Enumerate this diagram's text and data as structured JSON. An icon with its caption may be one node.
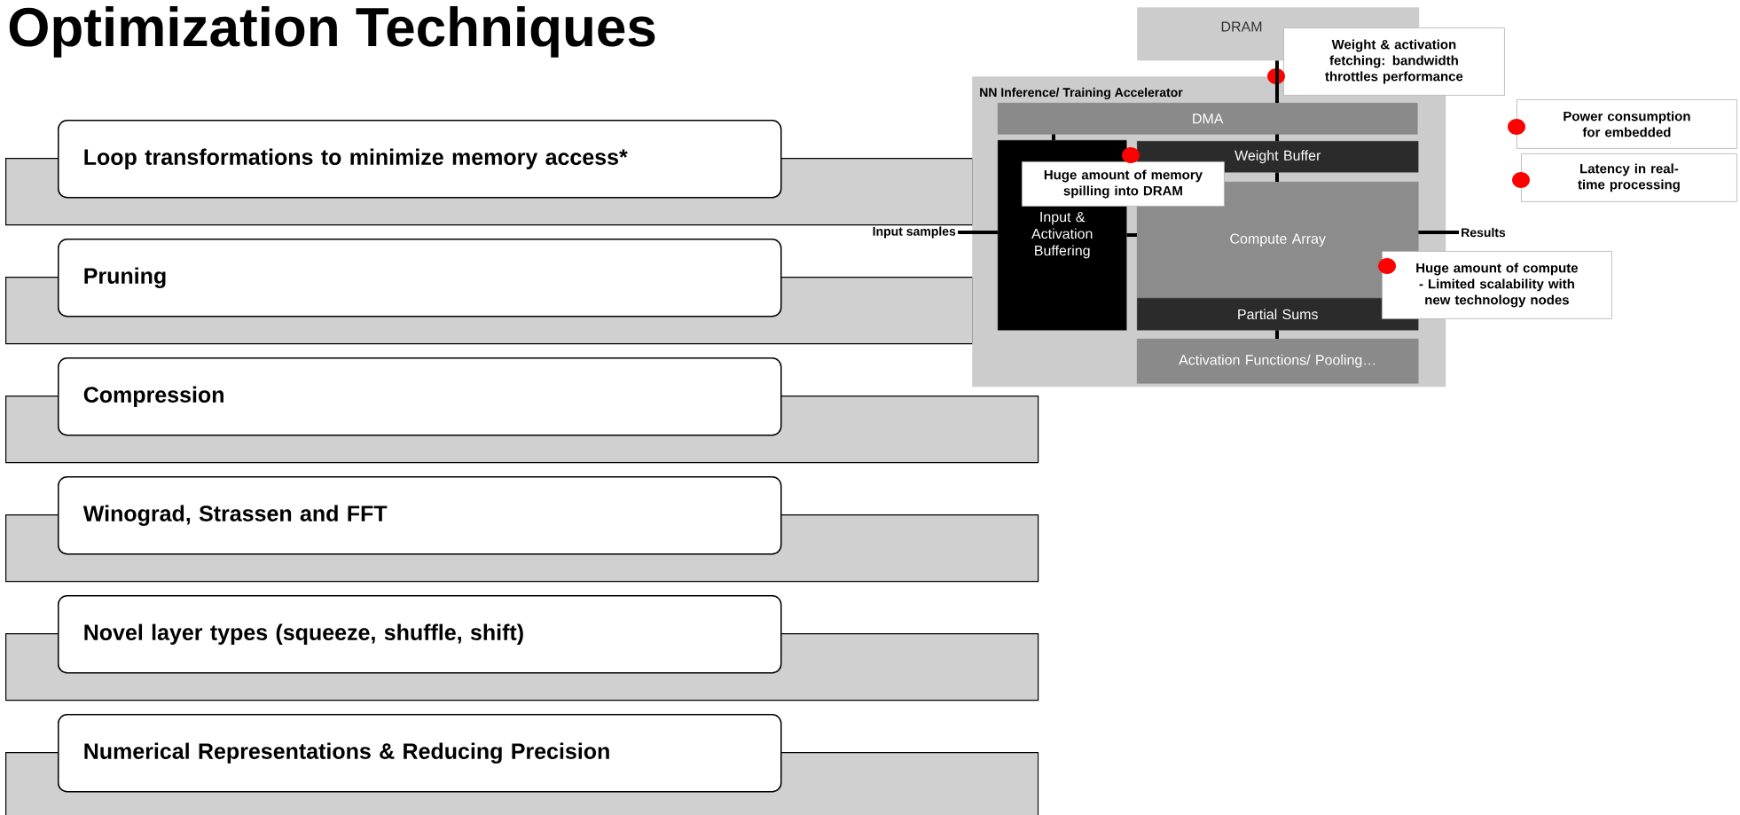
{
  "diagram": {
    "title": "Optimization Techniques",
    "nodes": [
      {
        "text": [
          "Loop transformations to minimize memory access*"
        ]
      },
      {
        "text": [
          "Pruning"
        ]
      },
      {
        "text": [
          "Compression"
        ]
      },
      {
        "text": [
          "Winograd, Strassen and FFT"
        ]
      },
      {
        "text": [
          "Novel layer types (squeeze, shuffle, shift)"
        ]
      },
      {
        "text": [
          "Numerical Representations & Reducing Precision"
        ]
      },
      {
        "text": [
          "DRAM"
        ]
      },
      {
        "text": [
          "NN Inference/ Training Accelerator"
        ]
      },
      {
        "text": [
          "DMA"
        ],
        "in": 7
      },
      {
        "text": [
          "Input & Activation Buffering"
        ],
        "in": 7
      },
      {
        "text": [
          "Weight Buffer"
        ],
        "in": 7
      },
      {
        "text": [
          "Compute Array"
        ],
        "in": 7
      },
      {
        "text": [
          "Partial Sums"
        ],
        "in": 7
      },
      {
        "text": [
          "Activation Functions/ Pooling…"
        ],
        "in": 7
      },
      {
        "text": [
          "Input samples"
        ]
      },
      {
        "text": [
          "Results"
        ]
      },
      {
        "text": [
          "Weight & activation fetching: bandwidth throttles performance"
        ]
      },
      {
        "text": [
          "Huge amount of memory spilling into DRAM"
        ],
        "in": 7
      },
      {
        "text": [
          "Huge amount of compute - Limited scalability with new technology nodes"
        ]
      },
      {
        "text": [
          "Power consumption for embedded"
        ]
      },
      {
        "text": [
          "Latency in real-time processing"
        ]
      },
      {
        "text": [],
        "shape": "bar"
      },
      {
        "text": [],
        "shape": "bar"
      },
      {
        "text": [],
        "shape": "bar"
      },
      {
        "text": [],
        "shape": "bar"
      },
      {
        "text": [],
        "shape": "bar"
      },
      {
        "text": [],
        "shape": "bar"
      }
    ],
    "edges": [
      {
        "from": 6,
        "to": 8,
        "arrow": "none"
      },
      {
        "from": 8,
        "to": 9,
        "arrow": "none"
      },
      {
        "from": 8,
        "to": 10,
        "arrow": "none"
      },
      {
        "from": 10,
        "to": 11,
        "arrow": "none"
      },
      {
        "from": 9,
        "to": 11,
        "arrow": "none"
      },
      {
        "from": 12,
        "to": 13,
        "arrow": "none"
      },
      {
        "from": 14,
        "to": 9,
        "arrow": "none"
      },
      {
        "from": 11,
        "to": 15,
        "arrow": "none"
      }
    ]
  }
}
